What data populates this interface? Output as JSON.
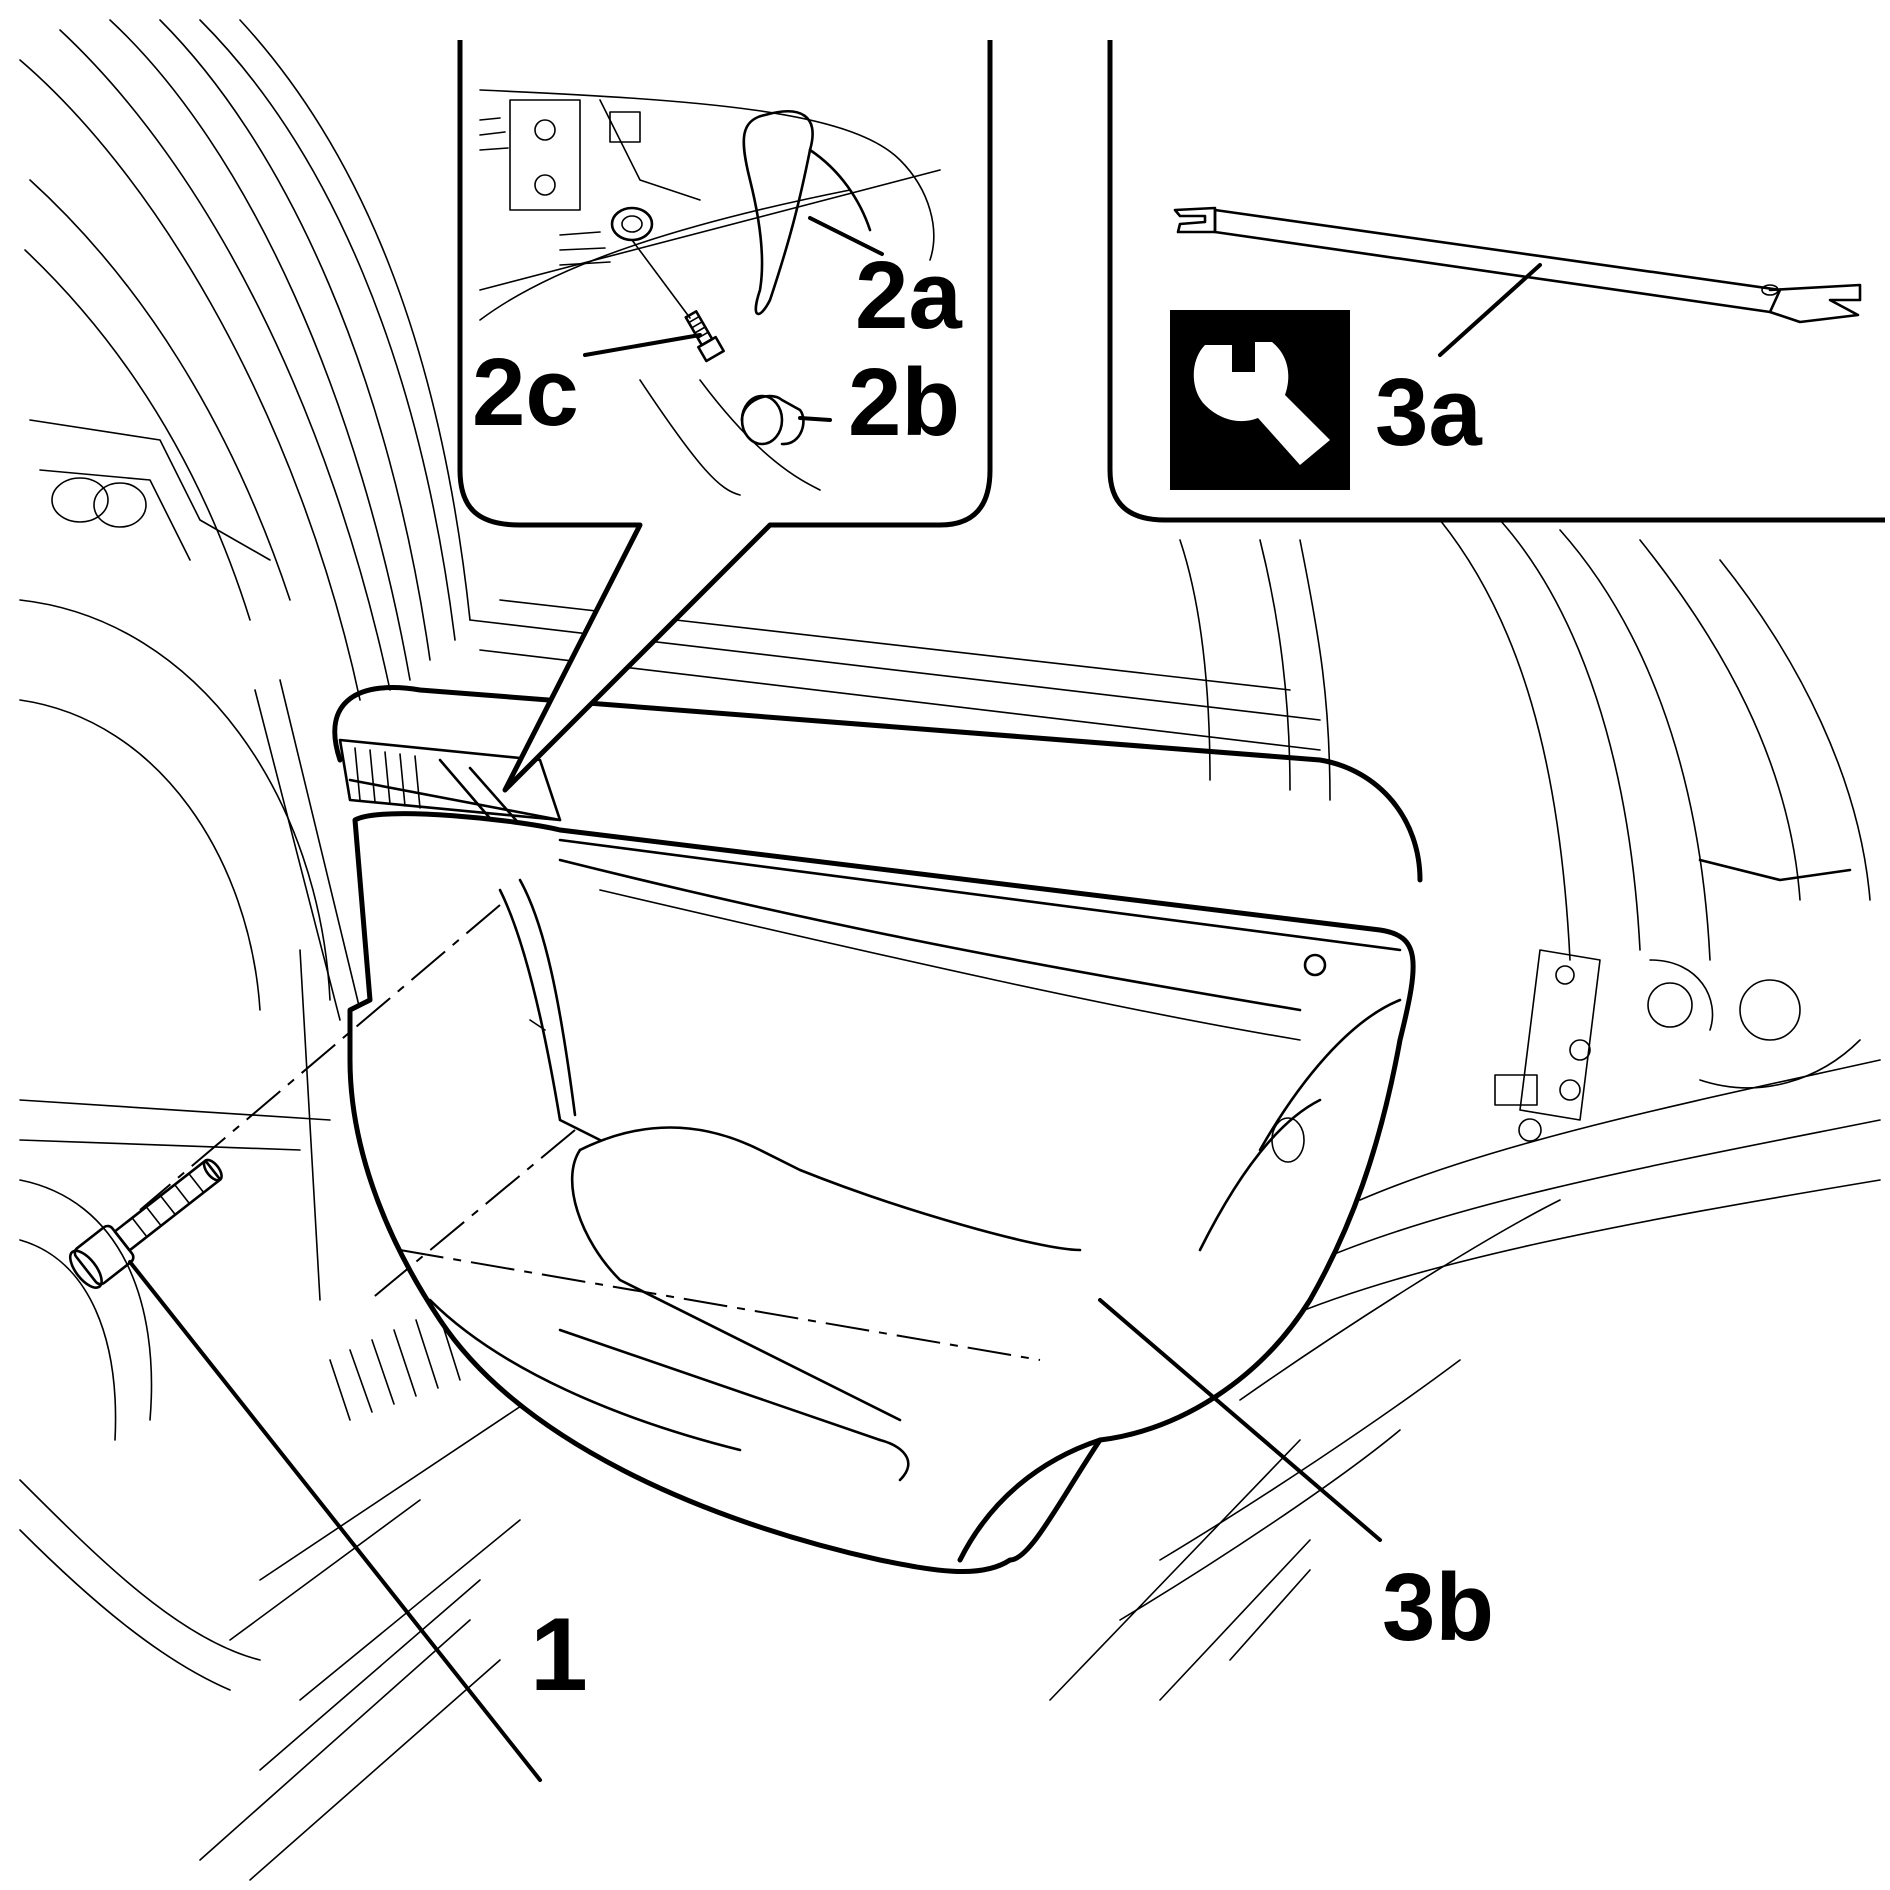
{
  "labels": {
    "screw": "1",
    "handle": "2a",
    "cap": "2b",
    "inner_screw": "2c",
    "trim_tool": "3a",
    "door_panel": "3b"
  },
  "icons": {
    "tool_symbol": "wrench-icon"
  },
  "colors": {
    "line": "#000000",
    "background": "#ffffff"
  }
}
